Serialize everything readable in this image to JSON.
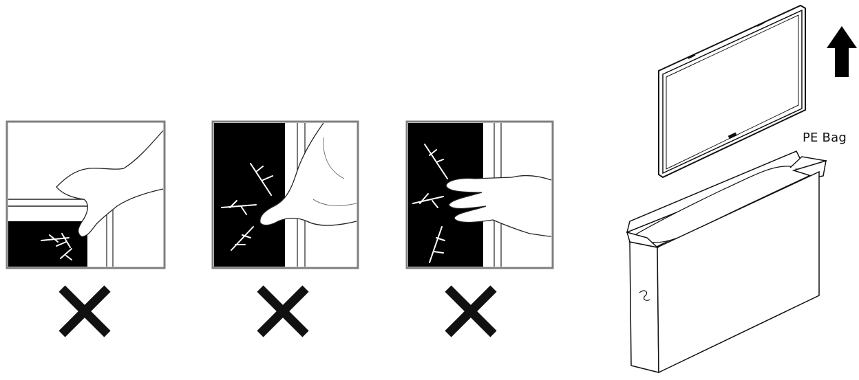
{
  "panels": [
    {
      "id": "panel-1",
      "icon": "hand-pressing-screen-edge-icon",
      "mark": "cross-mark-icon"
    },
    {
      "id": "panel-2",
      "icon": "finger-pressing-screen-icon",
      "mark": "cross-mark-icon"
    },
    {
      "id": "panel-3",
      "icon": "hand-gripping-screen-icon",
      "mark": "cross-mark-icon"
    }
  ],
  "unboxing": {
    "tv_icon": "tv-panel-icon",
    "box_icon": "shipping-box-icon",
    "arrow_icon": "arrow-up-icon",
    "bag_label": "PE Bag"
  },
  "colors": {
    "ink": "#111111",
    "frame": "#7f7f7f",
    "screen": "#000000",
    "paper": "#ffffff"
  }
}
